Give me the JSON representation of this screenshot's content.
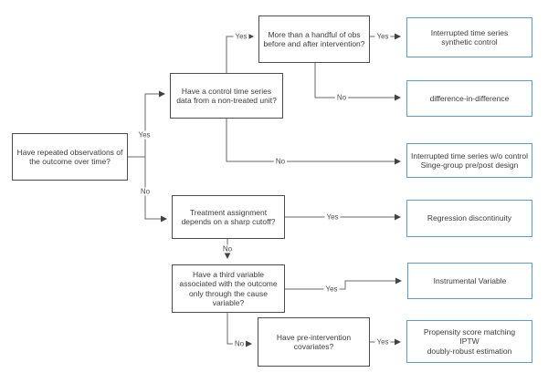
{
  "flowchart": {
    "colors": {
      "decision_border": "#4d4d4d",
      "result_border": "#4fa3dc",
      "connector": "#696969",
      "text": "#3b3b3b"
    },
    "nodes": {
      "d1": {
        "text": "Have repeated observations of\nthe outcome over time?"
      },
      "d2": {
        "text": "Have a control time series\ndata from a non-treated unit?"
      },
      "d3": {
        "text": "More than a handful of obs\nbefore and after intervention?"
      },
      "d4": {
        "text": "Treatment assignment\ndepends on a sharp cutoff?"
      },
      "d5": {
        "text": "Have a third variable\nassociated with the outcome\nonly through the cause\nvariable?"
      },
      "d6": {
        "text": "Have pre-intervention\ncovariates?"
      },
      "r1": {
        "text": "Interrupted time series\nsynthetic control"
      },
      "r2": {
        "text": "difference-in-difference"
      },
      "r3": {
        "text": "Interrupted time series w/o control\nSinge-group pre/post design"
      },
      "r4": {
        "text": "Regression discontinuity"
      },
      "r5": {
        "text": "Instrumental Variable"
      },
      "r6": {
        "text": "Propensity score matching\nIPTW\ndoubly-robust estimation"
      }
    },
    "edges": [
      {
        "from": "d1",
        "to": "d2",
        "label": "Yes"
      },
      {
        "from": "d1",
        "to": "d4",
        "label": "No"
      },
      {
        "from": "d2",
        "to": "d3",
        "label": "Yes"
      },
      {
        "from": "d3",
        "to": "r1",
        "label": "Yes"
      },
      {
        "from": "d3",
        "to": "r2",
        "label": "No"
      },
      {
        "from": "d2",
        "to": "r3",
        "label": "No"
      },
      {
        "from": "d4",
        "to": "r4",
        "label": "Yes"
      },
      {
        "from": "d4",
        "to": "d5",
        "label": "No"
      },
      {
        "from": "d5",
        "to": "r5",
        "label": "Yes"
      },
      {
        "from": "d5",
        "to": "d6",
        "label": "No"
      },
      {
        "from": "d6",
        "to": "r6",
        "label": "Yes"
      }
    ]
  }
}
